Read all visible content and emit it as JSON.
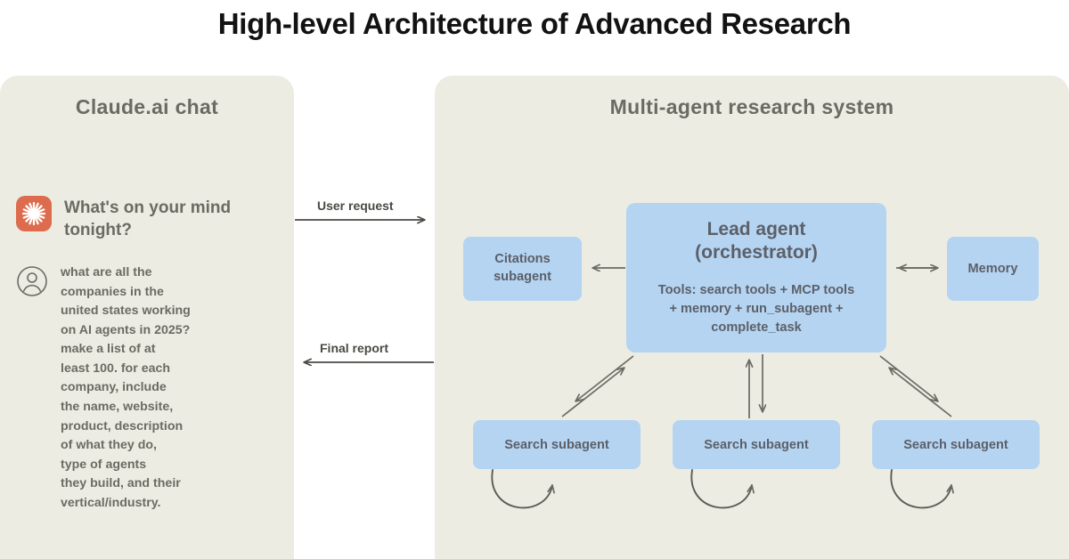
{
  "title": "High-level Architecture of Advanced Research",
  "colors": {
    "background": "#ffffff",
    "panel": "#ecece3",
    "node": "#b5d4f2",
    "node_text": "#5c6068",
    "panel_title": "#6b6b63",
    "title": "#121212",
    "accent_logo": "#dd6b4d",
    "arrow": "#6b6b63"
  },
  "chat_panel": {
    "title": "Claude.ai chat",
    "greeting": "What's on your\nmind tonight?",
    "logo_icon": "claude-sunburst-icon",
    "avatar_icon": "user-avatar-icon",
    "user_prompt": "what are all the\ncompanies in the\nunited states working\non AI agents in 2025?\nmake a list of at\nleast 100. for each\ncompany, include\nthe name, website,\nproduct, description\nof what they do,\ntype of agents\nthey build, and their\nvertical/industry."
  },
  "system_panel": {
    "title": "Multi-agent research system",
    "lead_agent": {
      "title": "Lead agent\n(orchestrator)",
      "tools": "Tools: search tools + MCP tools\n+ memory + run_subagent +\ncomplete_task"
    },
    "citations": "Citations\nsubagent",
    "memory": "Memory",
    "search_subagents": [
      "Search subagent",
      "Search subagent",
      "Search subagent"
    ]
  },
  "edges": {
    "user_request": "User request",
    "final_report": "Final report"
  }
}
